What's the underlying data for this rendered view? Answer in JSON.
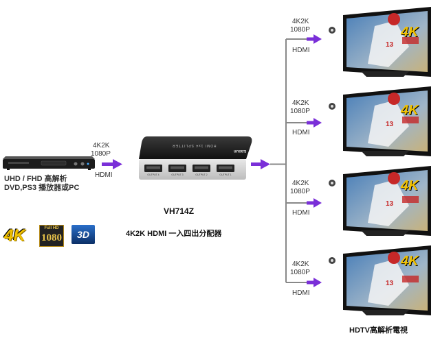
{
  "source": {
    "label_line1": "UHD / FHD 高解析",
    "label_line2": "DVD,PS3 播放器或PC",
    "signal_res": "4K2K",
    "signal_fp": "1080P",
    "signal_type": "HDMI"
  },
  "badges": {
    "fourk": "4K",
    "fullhd_top": "Full HD",
    "fullhd_num": "1080",
    "threed": "3D"
  },
  "device": {
    "model": "VH714Z",
    "description": "4K2K HDMI 一入四出分配器",
    "brand": "Easun",
    "top_text": "HDMI 1x4 SPLITTER",
    "ports": [
      "OUTPUT 4",
      "OUTPUT 3",
      "OUTPUT 2",
      "OUTPUT 1"
    ]
  },
  "outputs": [
    {
      "res": "4K2K",
      "fp": "1080P",
      "type": "HDMI"
    },
    {
      "res": "4K2K",
      "fp": "1080P",
      "type": "HDMI"
    },
    {
      "res": "4K2K",
      "fp": "1080P",
      "type": "HDMI"
    },
    {
      "res": "4K2K",
      "fp": "1080P",
      "type": "HDMI"
    }
  ],
  "tv": {
    "badge": "4K",
    "jersey_number": "13",
    "caption": "HDTV高解析電視"
  },
  "colors": {
    "arrow": "#7a2fd8",
    "line": "#888888"
  }
}
